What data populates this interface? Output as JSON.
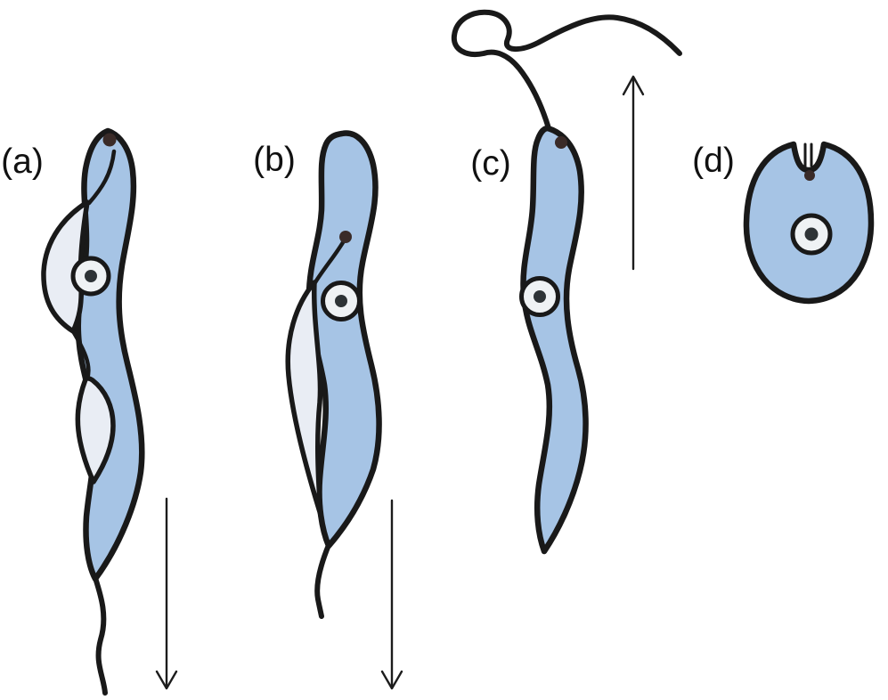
{
  "figure": {
    "type": "cell-morphology-diagram",
    "panels": [
      {
        "label": "(a)",
        "arrow_direction": "down"
      },
      {
        "label": "(b)",
        "arrow_direction": "down"
      },
      {
        "label": "(c)",
        "arrow_direction": "up"
      },
      {
        "label": "(d)",
        "arrow_direction": "none"
      }
    ]
  },
  "colors": {
    "body": "#a6c4e5",
    "membrane": "#e9edf4",
    "outline": "#191919",
    "nucleus-fill": "#eff2f4",
    "nucleus-dot": "#2e3336",
    "kinetoplast": "#3a2b28",
    "arrow": "#1c1c1c",
    "background": "#ffffff",
    "label": "#111111"
  }
}
